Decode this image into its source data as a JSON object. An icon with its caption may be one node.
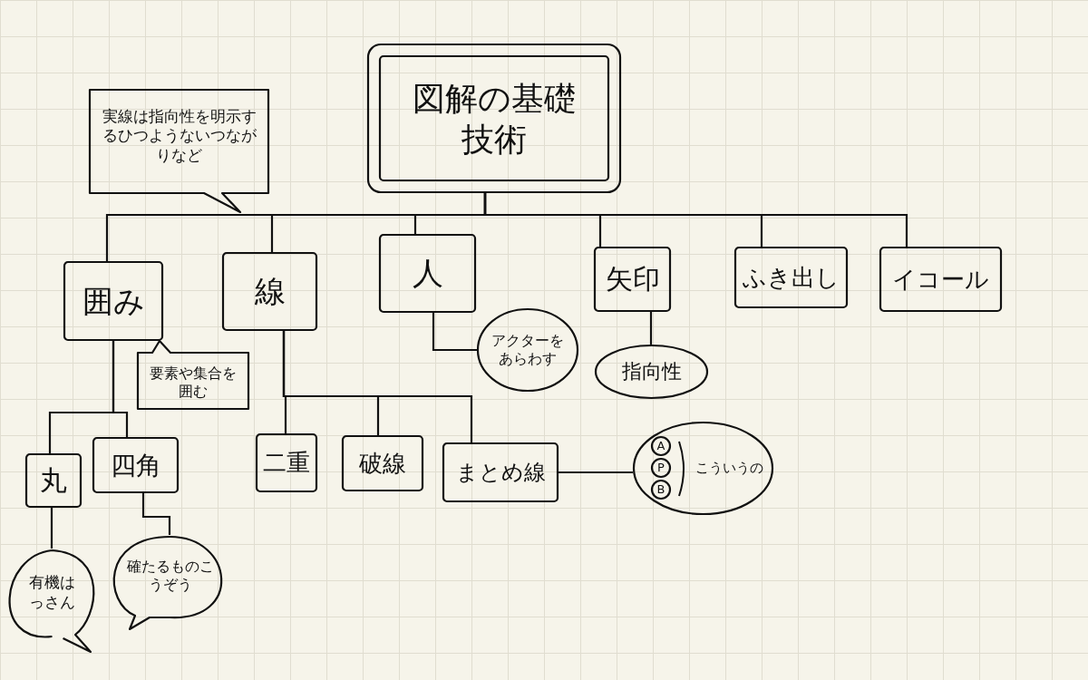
{
  "diagram": {
    "nodes": [
      {
        "text": [
          "図解の基礎技術"
        ]
      },
      {
        "text": [
          "実線は指向性を明示するひつようないつながりなど"
        ]
      },
      {
        "text": [
          "囲み"
        ]
      },
      {
        "text": [
          "線"
        ]
      },
      {
        "text": [
          "人"
        ]
      },
      {
        "text": [
          "矢印"
        ]
      },
      {
        "text": [
          "ふき出し"
        ]
      },
      {
        "text": [
          "イコール"
        ]
      },
      {
        "text": [
          "要素や集合を囲む"
        ]
      },
      {
        "text": [
          "アクターをあらわす"
        ]
      },
      {
        "text": [
          "指向性"
        ]
      },
      {
        "text": [
          "丸"
        ]
      },
      {
        "text": [
          "四角"
        ]
      },
      {
        "text": [
          "二重"
        ]
      },
      {
        "text": [
          "破線"
        ]
      },
      {
        "text": [
          "まとめ線"
        ]
      },
      {
        "text": [
          "こういうの"
        ]
      },
      {
        "text": [
          "A"
        ],
        "in": 16
      },
      {
        "text": [
          "P"
        ],
        "in": 16
      },
      {
        "text": [
          "B"
        ],
        "in": 16
      },
      {
        "text": [
          "有機はっさん"
        ]
      },
      {
        "text": [
          "確たるものこうぞう"
        ]
      }
    ],
    "edges": [
      {
        "from": 0,
        "to": 2,
        "arrow": "none"
      },
      {
        "from": 0,
        "to": 3,
        "arrow": "none"
      },
      {
        "from": 0,
        "to": 4,
        "arrow": "none"
      },
      {
        "from": 0,
        "to": 5,
        "arrow": "none"
      },
      {
        "from": 0,
        "to": 6,
        "arrow": "none"
      },
      {
        "from": 0,
        "to": 7,
        "arrow": "none"
      },
      {
        "from": 2,
        "to": 11,
        "arrow": "none"
      },
      {
        "from": 2,
        "to": 12,
        "arrow": "none"
      },
      {
        "from": 3,
        "to": 13,
        "arrow": "none"
      },
      {
        "from": 3,
        "to": 14,
        "arrow": "none"
      },
      {
        "from": 3,
        "to": 15,
        "arrow": "none"
      },
      {
        "from": 4,
        "to": 9,
        "arrow": "none"
      },
      {
        "from": 5,
        "to": 10,
        "arrow": "none"
      },
      {
        "from": 11,
        "to": 20,
        "arrow": "none"
      },
      {
        "from": 12,
        "to": 21,
        "arrow": "none"
      },
      {
        "from": 15,
        "to": 16,
        "arrow": "none"
      }
    ]
  }
}
